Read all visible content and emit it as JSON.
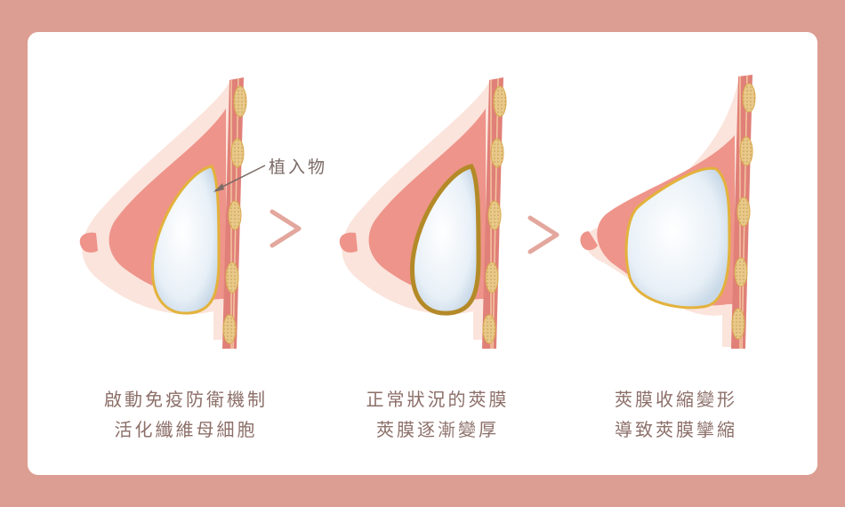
{
  "implant_label": "植入物",
  "stages": [
    {
      "line1": "啟動免疫防衛機制",
      "line2": "活化纖維母細胞"
    },
    {
      "line1": "正常狀況的莢膜",
      "line2": "莢膜逐漸變厚"
    },
    {
      "line1": "莢膜收縮變形",
      "line2": "導致莢膜攣縮"
    }
  ],
  "colors": {
    "background": "#dc9e92",
    "skin": "#fbe4dc",
    "tissue": "#ee948a",
    "muscle": "#e08078",
    "capsule_thin": "#e3b23c",
    "capsule_thick": "#b48a28",
    "implant": "#e6eef6",
    "text": "#8c6f69"
  }
}
